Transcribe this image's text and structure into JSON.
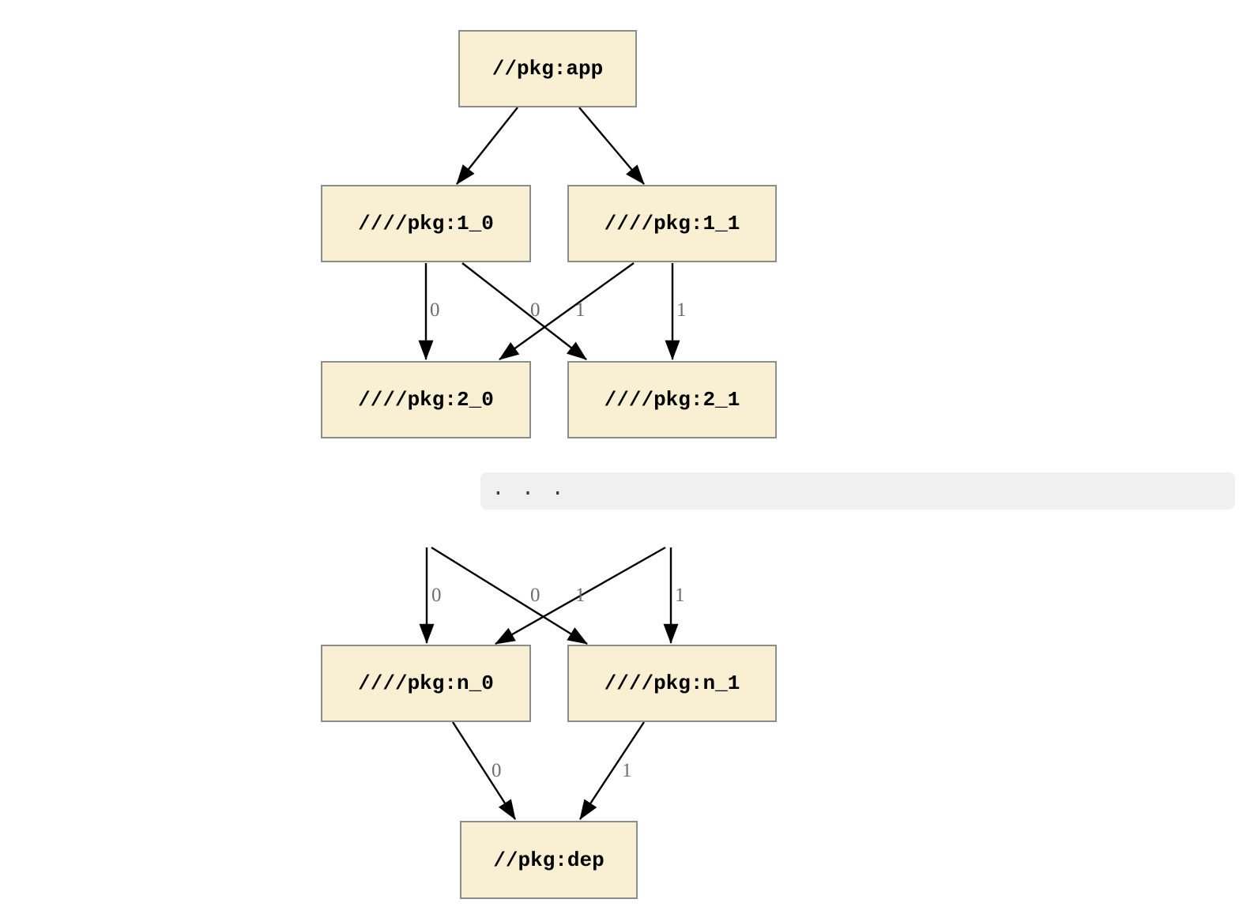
{
  "diagram": {
    "background_color": "#ffffff",
    "node_fill_color": "#F9F0D3",
    "node_border_color": "#8A8E8A",
    "edge_color": "#000000",
    "edge_label_color": "#6e6e6e",
    "ellipsis_band": {
      "text": ". . .",
      "background_color": "#f0f0f0"
    },
    "nodes": [
      {
        "id": "app",
        "label": "//pkg:app"
      },
      {
        "id": "1_0",
        "label": "////pkg:1_0"
      },
      {
        "id": "1_1",
        "label": "////pkg:1_1"
      },
      {
        "id": "2_0",
        "label": "////pkg:2_0"
      },
      {
        "id": "2_1",
        "label": "////pkg:2_1"
      },
      {
        "id": "n_0",
        "label": "////pkg:n_0"
      },
      {
        "id": "n_1",
        "label": "////pkg:n_1"
      },
      {
        "id": "dep",
        "label": "//pkg:dep"
      }
    ],
    "edges": [
      {
        "from": "//pkg:app",
        "to": "////pkg:1_0",
        "label": ""
      },
      {
        "from": "//pkg:app",
        "to": "////pkg:1_1",
        "label": ""
      },
      {
        "from": "////pkg:1_0",
        "to": "////pkg:2_0",
        "label": "0"
      },
      {
        "from": "////pkg:1_0",
        "to": "////pkg:2_1",
        "label": "1"
      },
      {
        "from": "////pkg:1_1",
        "to": "////pkg:2_0",
        "label": "0"
      },
      {
        "from": "////pkg:1_1",
        "to": "////pkg:2_1",
        "label": "1"
      },
      {
        "from": "...",
        "to": "////pkg:n_0",
        "label": "0"
      },
      {
        "from": "...",
        "to": "////pkg:n_1",
        "label": "1"
      },
      {
        "from": "...",
        "to": "////pkg:n_0",
        "label": "0"
      },
      {
        "from": "...",
        "to": "////pkg:n_1",
        "label": "1"
      },
      {
        "from": "////pkg:n_0",
        "to": "//pkg:dep",
        "label": "0"
      },
      {
        "from": "////pkg:n_1",
        "to": "//pkg:dep",
        "label": "1"
      }
    ]
  }
}
